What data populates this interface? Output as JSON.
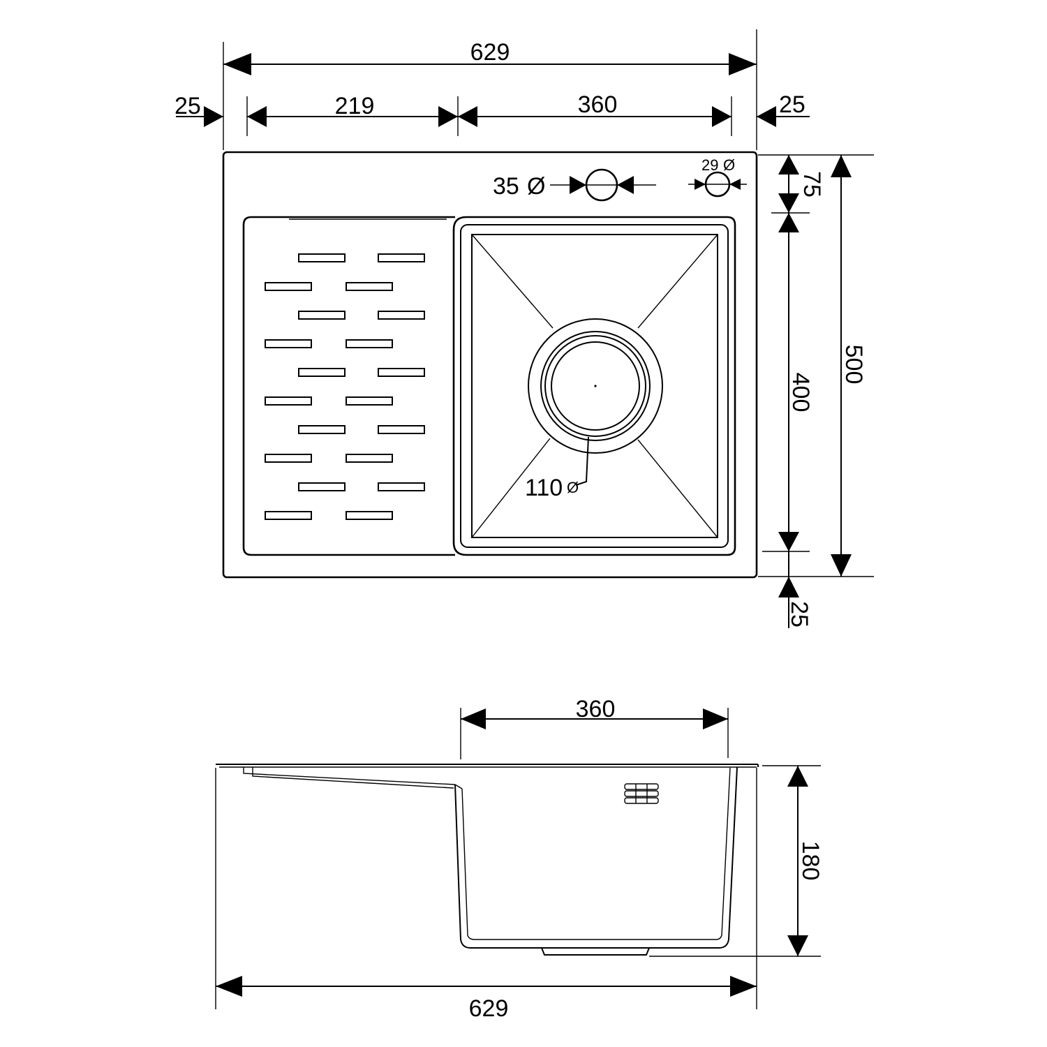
{
  "top_view": {
    "overall_width": "629",
    "left_margin": "25",
    "drainboard_width": "219",
    "bowl_width": "360",
    "right_margin": "25",
    "depth_overall": "500",
    "bowl_length": "400",
    "rear_margin": "75",
    "front_margin": "25",
    "tap_hole": "35",
    "overflow_hole": "29",
    "drain_diameter": "110",
    "diameter_symbol": "Ø"
  },
  "side_view": {
    "bowl_width": "360",
    "bowl_depth": "180",
    "overall_width": "629"
  }
}
